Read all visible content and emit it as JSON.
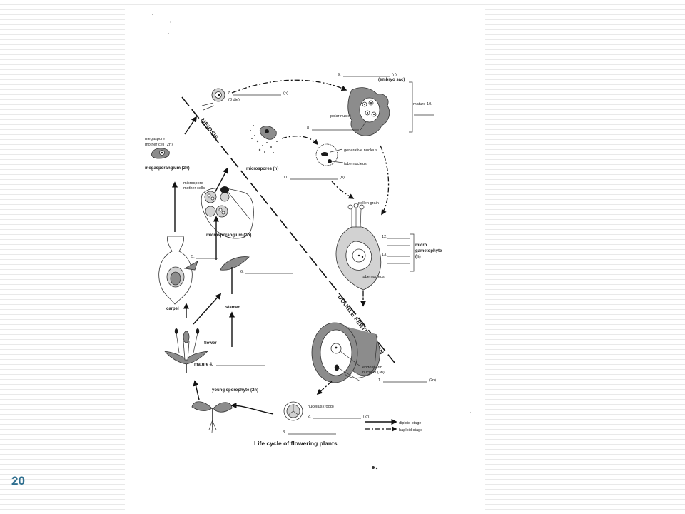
{
  "slide": {
    "number": "20"
  },
  "diagram": {
    "title": "Life cycle of flowering plants",
    "stages": {
      "meiosis": "MEIOSIS",
      "double_fertilization": "DOUBLE FERTILIZATION"
    },
    "labels": {
      "megaspore_mother_cell_l1": "megaspore",
      "megaspore_mother_cell_l2": "mother cell (2n)",
      "megasporangium": "megasporangium (2n)",
      "microspore_mother_cells_l1": "microspore",
      "microspore_mother_cells_l2": "mother cells",
      "microsporangium": "microsporangium (2n)",
      "microspores": "microspores (n)",
      "generative_nucleus": "generative nucleus",
      "tube_nucleus_top": "tube nucleus",
      "pollen_grain": "pollen grain",
      "embryo_sac": "(embryo sac)",
      "polar_nuclei": "polar nuclei",
      "carpel": "carpel",
      "stamen": "stamen",
      "flower": "flower",
      "young_sporophyte": "young sporophyte (2n)",
      "nucellus": "nucellus (food)",
      "endosperm_nucleus_l1": "endosperm",
      "endosperm_nucleus_l2": "nucleus (3n)",
      "micro_gametophyte_l1": "micro",
      "micro_gametophyte_l2": "gametophyte",
      "micro_gametophyte_l3": "(n)",
      "tube_nucleus_bottom": "tube nucleus",
      "three_die": "(3 die)"
    },
    "blanks": {
      "b1": "1.",
      "b1_suffix": "(2n)",
      "b2": "2.",
      "b2_suffix": "(2n)",
      "b3": "3.",
      "b4": "mature 4.",
      "b5": "5.",
      "b6": "6.",
      "b7": "7.",
      "b7_suffix": "(n)",
      "b8": "8.",
      "b9": "9.",
      "b9_suffix": "(n)",
      "b10": "mature 10.",
      "b11": "11.",
      "b11_suffix": "(n)",
      "b12": "12.",
      "b13": "13."
    },
    "legend": [
      {
        "label": "diploid stage",
        "style": "solid"
      },
      {
        "label": "haploid stage",
        "style": "dash-dot"
      }
    ]
  }
}
